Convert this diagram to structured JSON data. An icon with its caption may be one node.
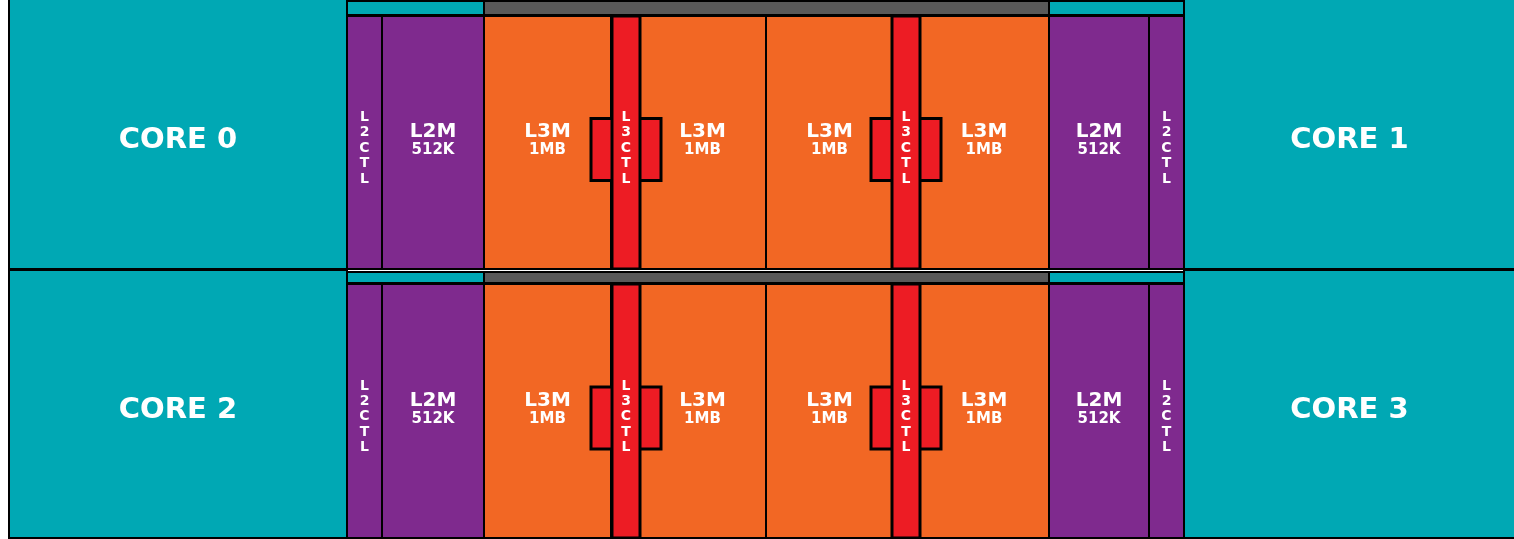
{
  "diagram": {
    "nodes": [
      {
        "text": [
          "CORE 0"
        ]
      },
      {
        "text": [
          "L2CTL"
        ]
      },
      {
        "text": [
          "L2M",
          "512K"
        ]
      },
      {
        "text": [
          "L3M",
          "1MB"
        ]
      },
      {
        "text": [
          "L3CTL"
        ]
      },
      {
        "text": [
          "L3M",
          "1MB"
        ]
      },
      {
        "text": [
          "L3M",
          "1MB"
        ]
      },
      {
        "text": [
          "L3CTL"
        ]
      },
      {
        "text": [
          "L3M",
          "1MB"
        ]
      },
      {
        "text": [
          "L2M",
          "512K"
        ]
      },
      {
        "text": [
          "L2CTL"
        ]
      },
      {
        "text": [
          "CORE 1"
        ]
      },
      {
        "text": [
          "CORE 2"
        ]
      },
      {
        "text": [
          "L2CTL"
        ]
      },
      {
        "text": [
          "L2M",
          "512K"
        ]
      },
      {
        "text": [
          "L3M",
          "1MB"
        ]
      },
      {
        "text": [
          "L3CTL"
        ]
      },
      {
        "text": [
          "L3M",
          "1MB"
        ]
      },
      {
        "text": [
          "L3M",
          "1MB"
        ]
      },
      {
        "text": [
          "L3CTL"
        ]
      },
      {
        "text": [
          "L3M",
          "1MB"
        ]
      },
      {
        "text": [
          "L2M",
          "512K"
        ]
      },
      {
        "text": [
          "L2CTL"
        ]
      },
      {
        "text": [
          "CORE 3"
        ]
      }
    ]
  }
}
